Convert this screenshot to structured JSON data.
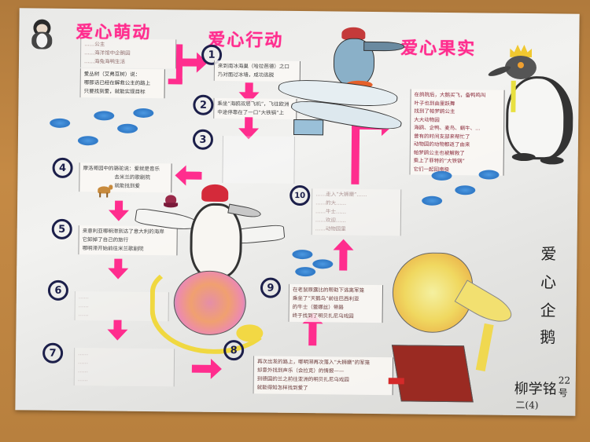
{
  "poster": {
    "sections": {
      "touch_title": "爱心萌动",
      "action_title": "爱心行动",
      "fruit_title": "爱心果实"
    },
    "side_title": [
      "爱",
      "心",
      "企",
      "鹅"
    ],
    "author": {
      "name": "柳学铭",
      "number": "22号",
      "class": "二(4)"
    },
    "intro_notes": {
      "block1": [
        "……公主",
        "……海洋馆中企鹅园",
        "……海兔海鸭生活"
      ],
      "block2": [
        "爱丛树（艾弗豆树）说：",
        "哪那话已经在解救公主的路上",
        "只要找到爱，就能实现目标"
      ]
    },
    "steps": [
      {
        "n": "1",
        "text": [
          "来到南冰海巢（哈拉芭德）之口",
          "乃对面过冰墙，成功逃脱"
        ]
      },
      {
        "n": "2",
        "text": [
          "乘坐“海鸥双层飞机”，飞往欧洲",
          "中途停靠在了一口“大铁锅”上"
        ]
      },
      {
        "n": "3",
        "text": []
      },
      {
        "n": "4",
        "text": [
          "摩洛哥园中的骆驼说：爱就是音乐",
          "去米兰的歌剧院",
          "就能找到爱"
        ]
      },
      {
        "n": "5",
        "text": [
          "来意利亚哪明滞到达了意大利的海岸",
          "它卸掉了自己的旅行",
          "哪明滞开始前往米兰歌剧院"
        ]
      },
      {
        "n": "6",
        "text": [
          "……",
          "……",
          "……"
        ]
      },
      {
        "n": "7",
        "text": [
          "……",
          "……",
          "……",
          "……"
        ]
      },
      {
        "n": "8",
        "text": [
          "再次出发的路上，哪明滞再次落入“大狮磨”的军笼",
          "却意外找到声乐（会拉克）的情报——",
          "到德国的兰之前往亚洲的明贝扎尼乌戏园",
          "就能得知怎样找到爱了"
        ]
      },
      {
        "n": "9",
        "text": [
          "在老鼠原露比的帮助下逃离军笼",
          "乘坐了“天鹅鸟”前往巴西利亚",
          "的牛士（蕾娜丝）带路",
          "终于找到了明贝扎尼乌戏园"
        ]
      },
      {
        "n": "10",
        "text": [
          "……走入“大狮磨”……",
          "……的大……",
          "……牛士……",
          "……欢迎……",
          "……动物园里"
        ]
      }
    ],
    "fruit_note": [
      "在鸽院后，大鹅买飞，备鸭鸣叫",
      "叶子也到由里跃舞",
      "找到了帕梦鸥公主",
      "大大动物园",
      "海鸥、企鸭、麦鸟、蜗牛、...",
      "曾有的时间支部来帮忙了",
      "动物园的动物都返了由来",
      "帕梦鸥公主也被解救了",
      "乘上了菲特的“大铁锅”",
      "它们一起回南极"
    ],
    "colors": {
      "accent_pink": "#ff2d8e",
      "circle_navy": "#1c1f4a",
      "paw_blue": "#1e6fc4",
      "paper": "#eeeeec",
      "table_wood": "#c58a45"
    },
    "icons": [
      "penguin-sticker",
      "camel-sticker",
      "octopus-sticker",
      "crowned-penguin",
      "goose-rider",
      "snail-penguin",
      "gramophone",
      "blue-footprints",
      "pink-arrows"
    ]
  }
}
